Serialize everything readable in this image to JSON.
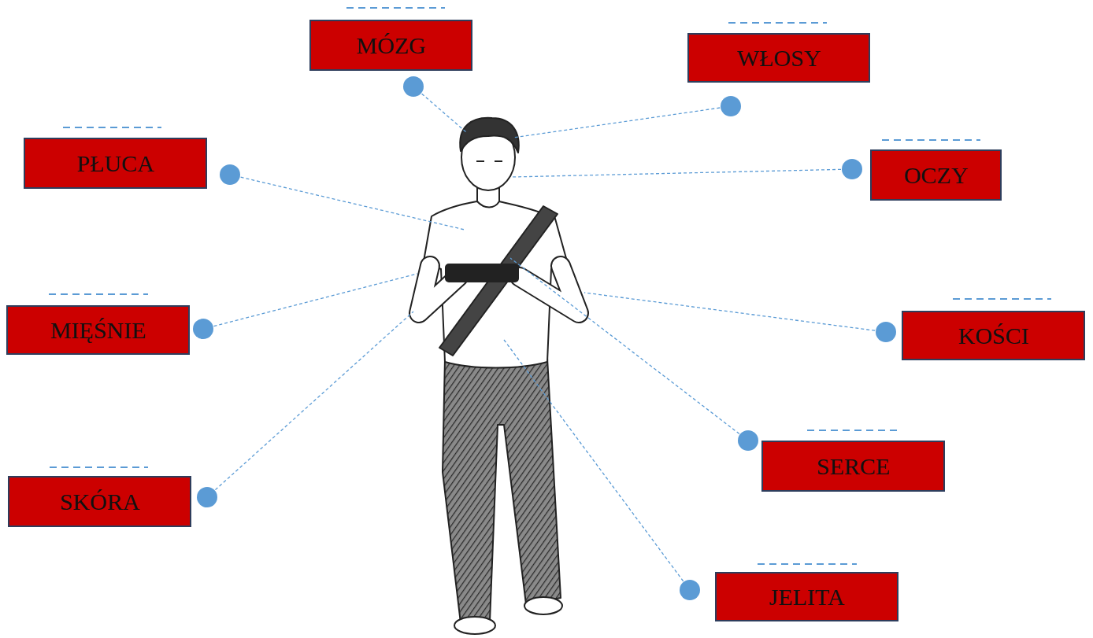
{
  "diagram": {
    "nodes": [
      {
        "text": [
          "MÓZG"
        ]
      },
      {
        "text": [
          "WŁOSY"
        ]
      },
      {
        "text": [
          "PŁUCA"
        ]
      },
      {
        "text": [
          "OCZY"
        ]
      },
      {
        "text": [
          "MIĘŚNIE"
        ]
      },
      {
        "text": [
          "KOŚCI"
        ]
      },
      {
        "text": [
          "SERCE"
        ]
      },
      {
        "text": [
          "SKÓRA"
        ]
      },
      {
        "text": [
          "JELITA"
        ]
      }
    ]
  }
}
